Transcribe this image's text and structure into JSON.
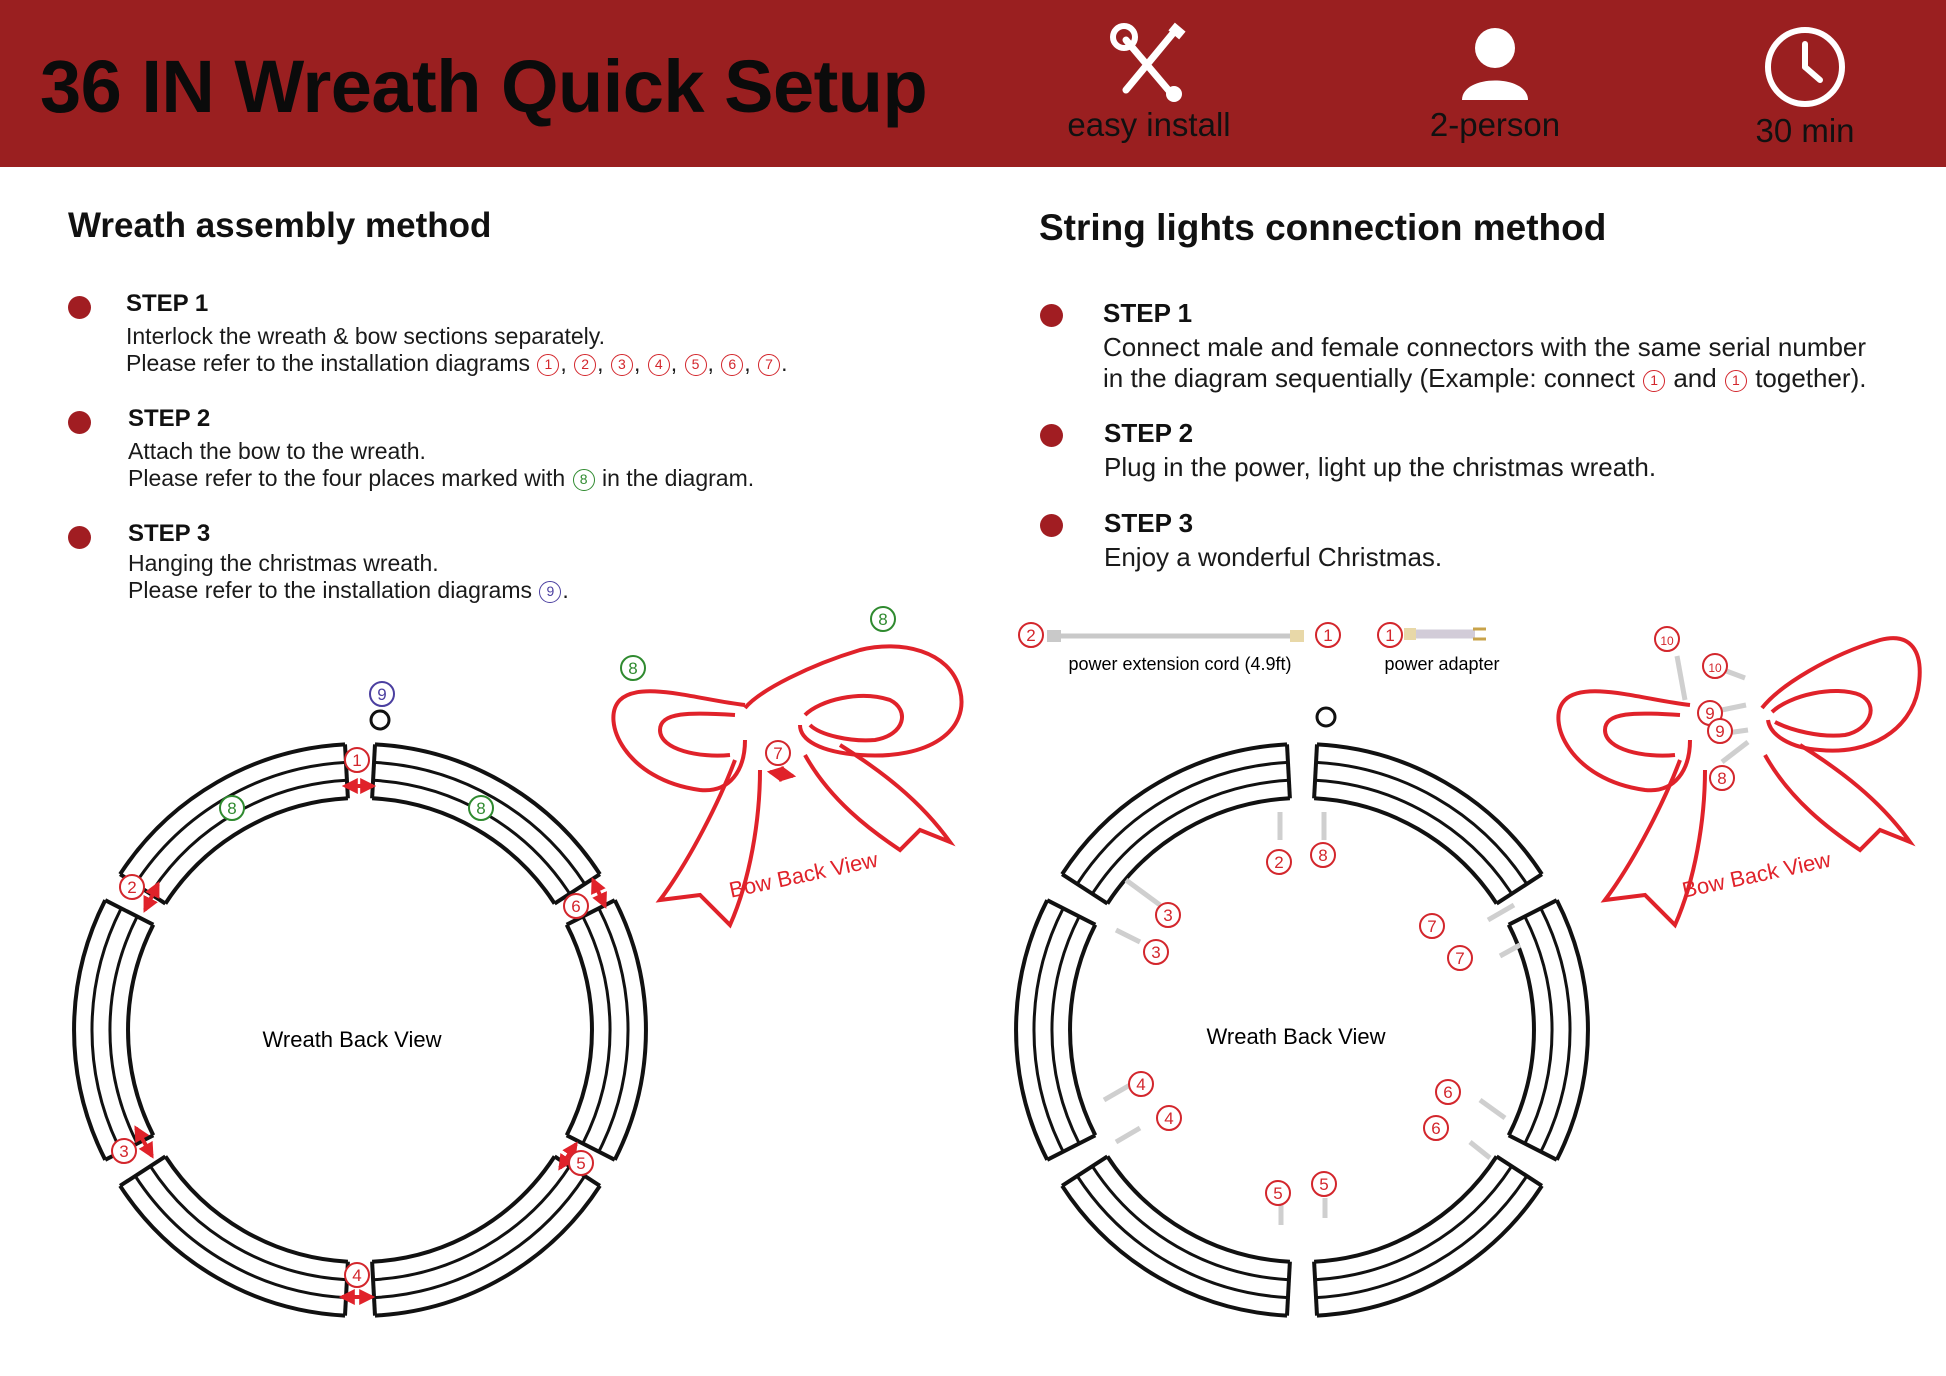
{
  "header": {
    "title": "36 IN Wreath Quick Setup",
    "badges": [
      {
        "icon": "tools-icon",
        "label": "easy install"
      },
      {
        "icon": "person-icon",
        "label": "2-person"
      },
      {
        "icon": "clock-icon",
        "label": "30 min"
      }
    ]
  },
  "left": {
    "heading": "Wreath assembly method",
    "steps": [
      {
        "label": "STEP 1",
        "line1": "Interlock the wreath & bow sections separately.",
        "line2": "Please refer to the installation diagrams",
        "marks": [
          "1",
          "2",
          "3",
          "4",
          "5",
          "6",
          "7"
        ]
      },
      {
        "label": "STEP 2",
        "line1": "Attach the bow to the wreath.",
        "line2_pre": "Please refer to the four places marked with",
        "mark": "8",
        "line2_post": "in the diagram."
      },
      {
        "label": "STEP 3",
        "line1": "Hanging the christmas wreath.",
        "line2": "Please refer to the installation diagrams",
        "mark": "9"
      }
    ]
  },
  "right": {
    "heading": "String lights connection method",
    "steps": [
      {
        "label": "STEP 1",
        "line1": "Connect male and female connectors with the same serial number",
        "line2_pre": "in the diagram sequentially (Example: connect",
        "mark_a": "1",
        "line2_mid": "and",
        "mark_b": "1",
        "line2_post": "together)."
      },
      {
        "label": "STEP 2",
        "line1": "Plug in the power, light up the christmas wreath."
      },
      {
        "label": "STEP 3",
        "line1": "Enjoy a wonderful Christmas."
      }
    ]
  },
  "diagrams": {
    "wreath_label": "Wreath Back View",
    "bow_label": "Bow Back View",
    "extension_cord_label": "power extension cord (4.9ft)",
    "power_adapter_label": "power adapter",
    "left_marks": {
      "m1": "1",
      "m2": "2",
      "m3": "3",
      "m4": "4",
      "m5": "5",
      "m6": "6",
      "m7": "7",
      "m8": "8",
      "m9": "9"
    },
    "right_marks": {
      "m1": "1",
      "m2": "2",
      "m3": "3",
      "m4": "4",
      "m5": "5",
      "m6": "6",
      "m7": "7",
      "m8": "8",
      "m9": "9",
      "m10": "10"
    }
  },
  "colors": {
    "banner": "#9a1f20",
    "bullet": "#a11d22",
    "mark_red": "#d3262c",
    "mark_green": "#2f8a2f",
    "mark_blue": "#4b3fa0",
    "bow": "#e0222a"
  }
}
